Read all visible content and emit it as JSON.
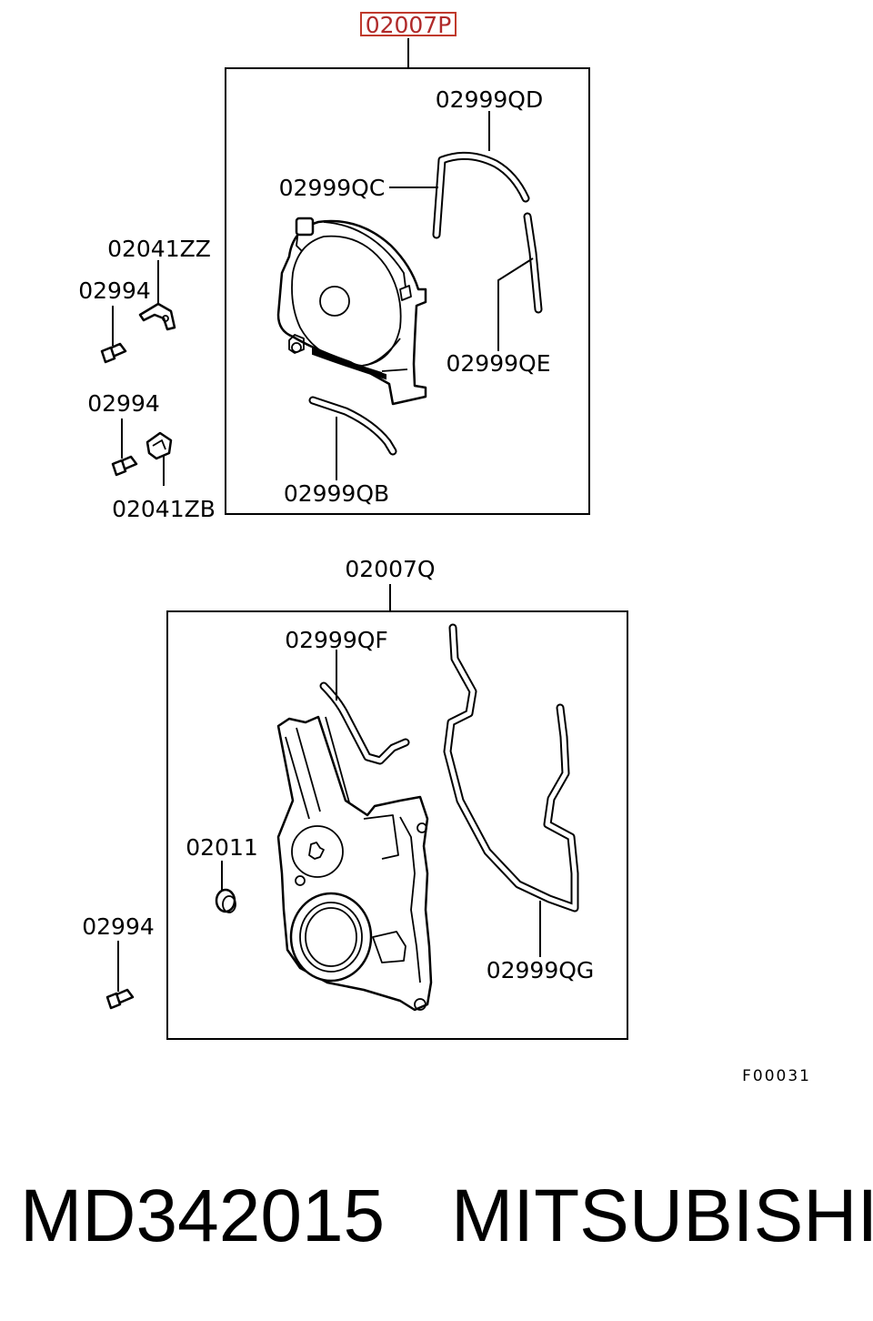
{
  "upper_group": {
    "assembly_code": "02007P",
    "highlight_color": "#c0392b",
    "labels": {
      "qd": "02999QD",
      "qc": "02999QC",
      "qe": "02999QE",
      "qb": "02999QB",
      "clip": "02041ZZ",
      "bolt_upper": "02994",
      "bolt_middle": "02994",
      "bushing": "02041ZB"
    }
  },
  "lower_group": {
    "assembly_code": "02007Q",
    "labels": {
      "qf": "02999QF",
      "qg": "02999QG",
      "seal": "02011",
      "bolt": "02994"
    }
  },
  "figure_code": "F00031",
  "footer": {
    "part_number": "MD342015",
    "brand": "MITSUBISHI"
  }
}
